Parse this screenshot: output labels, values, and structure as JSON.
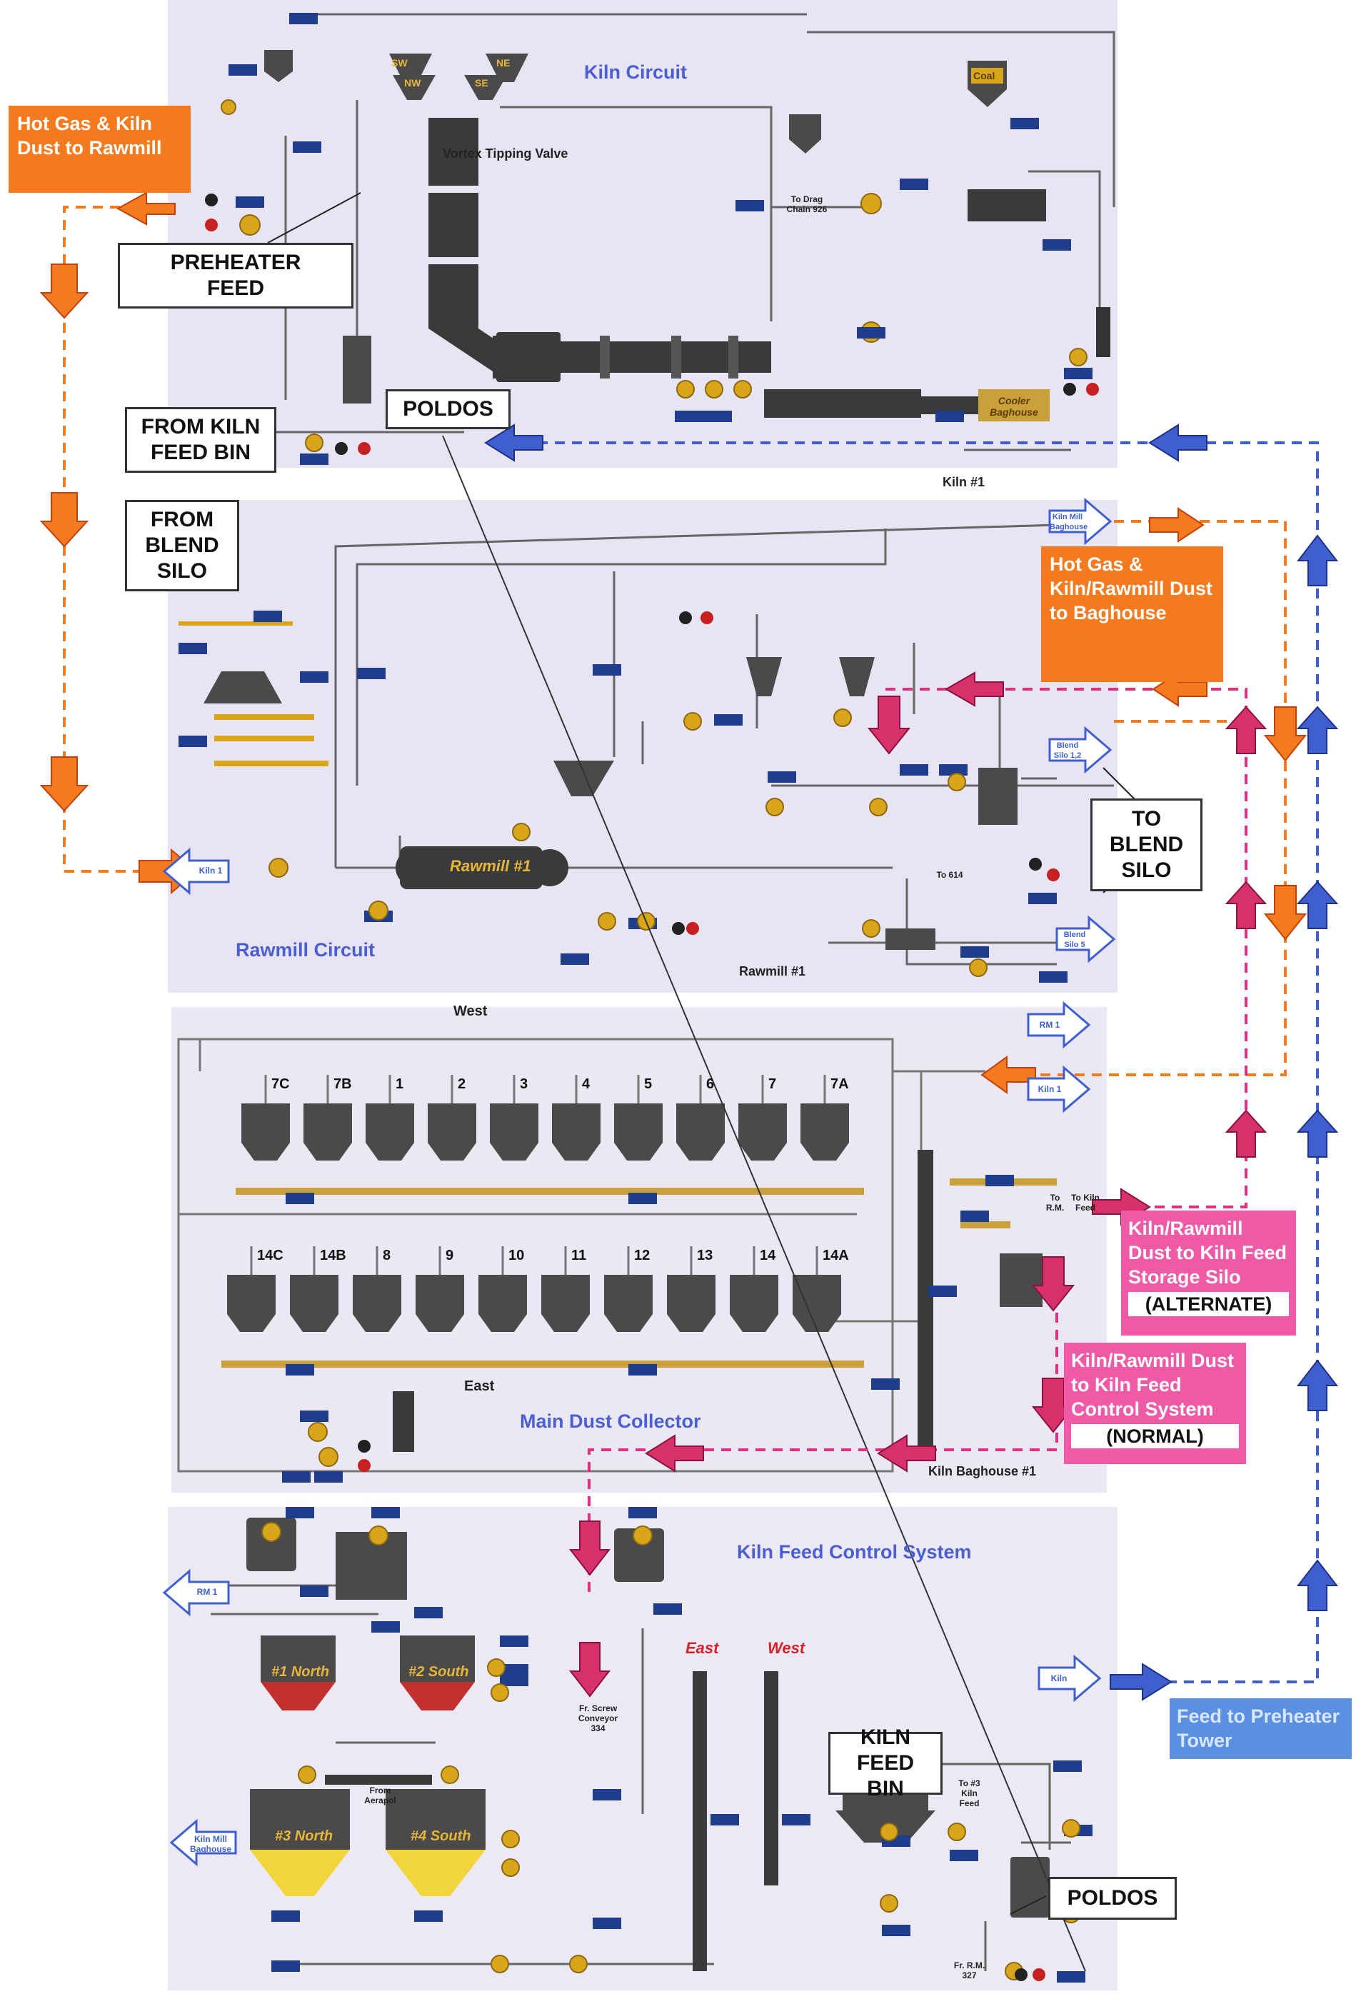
{
  "colors": {
    "panel": "#e9e4f4",
    "equipment": "#3a3a3a",
    "orange_flow": "#f47a20",
    "pink_flow": "#e0307f",
    "blue_flow": "#3f5fcf",
    "fan": "#d9a51b"
  },
  "labels": {
    "hot_gas_rawmill": "Hot Gas & Kiln Dust to Rawmill",
    "preheater_feed": "PREHEATER FEED",
    "from_kiln_feed_bin": "FROM KILN FEED BIN",
    "from_blend_silo": "FROM BLEND SILO",
    "poldos_top": "POLDOS",
    "kiln_circuit": "Kiln Circuit",
    "vortex_tipping_valve": "Vortex Tipping Valve",
    "to_drag_chain": "To Drag Chain 926",
    "coal": "Coal",
    "cooler_baghouse": "Cooler Baghouse",
    "kiln_1": "Kiln #1",
    "kiln_mill_baghouse_arrow": "Kiln Mill Baghouse",
    "hot_gas_baghouse": "Hot Gas & Kiln/Rawmill Dust to Baghouse",
    "blend_silo_12": "Blend Silo 1,2",
    "to_blend_silo": "TO BLEND SILO",
    "blend_silo_5": "Blend Silo 5",
    "to_614": "To 614",
    "kiln_1_arrow": "Kiln 1",
    "rawmill_1_drum": "Rawmill #1",
    "rawmill_circuit": "Rawmill Circuit",
    "rawmill_1": "Rawmill #1",
    "west": "West",
    "east": "East",
    "rm1_arrow": "RM 1",
    "kiln1_arrow2": "Kiln 1",
    "to_rm": "To R.M.",
    "to_kiln_feed": "To Kiln Feed",
    "alt_text": "Kiln/Rawmill Dust to Kiln Feed Storage Silo",
    "alternate": "(ALTERNATE)",
    "normal_text": "Kiln/Rawmill Dust to Kiln Feed Control System",
    "normal": "(NORMAL)",
    "main_dust_collector": "Main Dust Collector",
    "kiln_baghouse_1": "Kiln Baghouse #1",
    "kiln_feed_control": "Kiln Feed Control System",
    "rm1_arrow2": "RM 1",
    "north1": "#1 North",
    "south2": "#2 South",
    "north3": "#3 North",
    "south4": "#4 South",
    "from_aerapol": "From Aerapol",
    "kiln_mill_baghouse": "Kiln Mill Baghouse",
    "fr_screw_conveyor": "Fr. Screw Conveyor 334",
    "east_red": "East",
    "west_red": "West",
    "kiln_feed_bin": "KILN FEED BIN",
    "to_3_kiln_feed": "To #3 Kiln Feed",
    "kiln_arrow": "Kiln",
    "feed_to_preheater": "Feed to Preheater Tower",
    "poldos_bottom": "POLDOS",
    "fr_rm_327": "Fr. R.M. 327"
  },
  "top_hoppers": [
    "SW",
    "NW",
    "NE",
    "SE"
  ],
  "row1_bins": [
    "7C",
    "7B",
    "1",
    "2",
    "3",
    "4",
    "5",
    "6",
    "7",
    "7A"
  ],
  "row2_bins": [
    "14C",
    "14B",
    "8",
    "9",
    "10",
    "11",
    "12",
    "13",
    "14",
    "14A"
  ]
}
